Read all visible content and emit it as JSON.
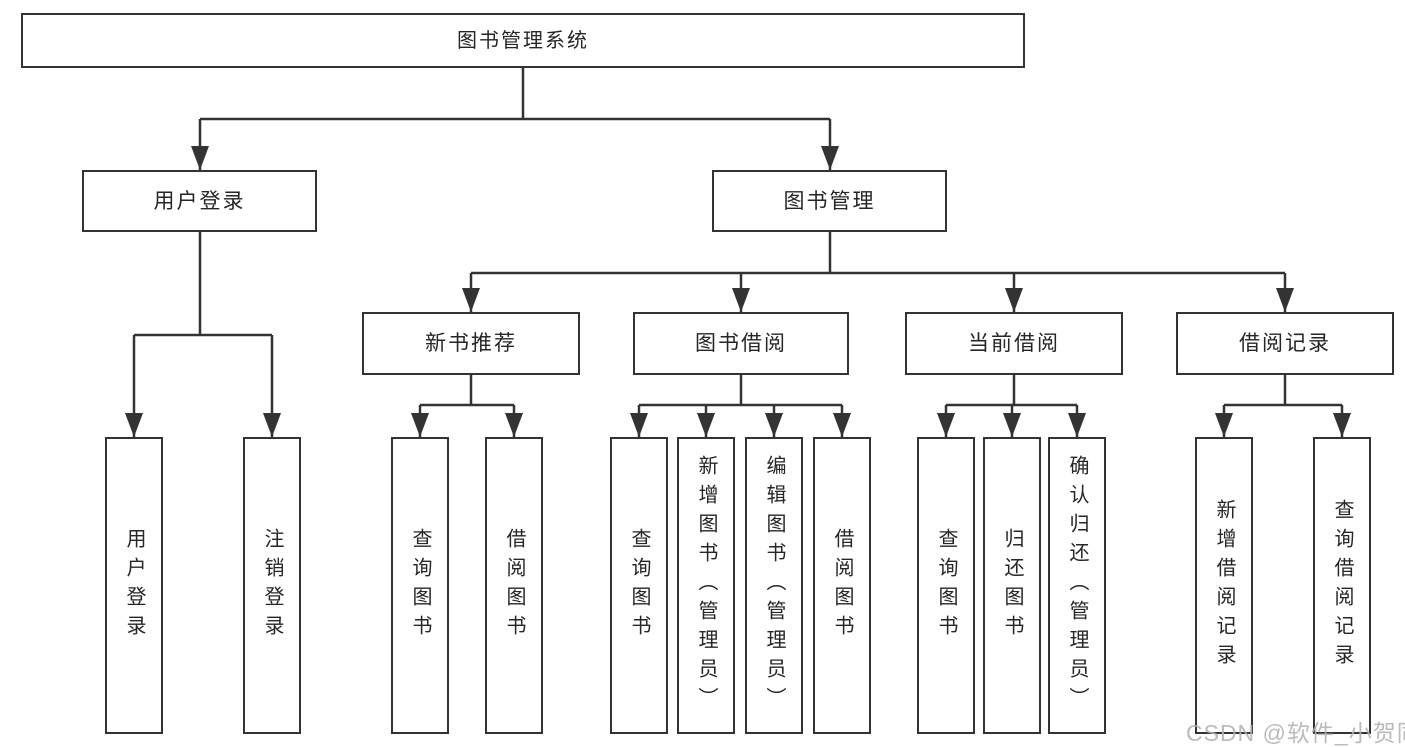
{
  "tree": {
    "label": "图书管理系统",
    "children": [
      {
        "label": "用户登录",
        "children": [
          {
            "label": "用户登录"
          },
          {
            "label": "注销登录"
          }
        ]
      },
      {
        "label": "图书管理",
        "children": [
          {
            "label": "新书推荐",
            "children": [
              {
                "label": "查询图书"
              },
              {
                "label": "借阅图书"
              }
            ]
          },
          {
            "label": "图书借阅",
            "children": [
              {
                "label": "查询图书"
              },
              {
                "label": "新增图书（管理员）"
              },
              {
                "label": "编辑图书（管理员）"
              },
              {
                "label": "借阅图书"
              }
            ]
          },
          {
            "label": "当前借阅",
            "children": [
              {
                "label": "查询图书"
              },
              {
                "label": "归还图书"
              },
              {
                "label": "确认归还（管理员）"
              }
            ]
          },
          {
            "label": "借阅记录",
            "children": [
              {
                "label": "新增借阅记录"
              },
              {
                "label": "查询借阅记录"
              }
            ]
          }
        ]
      }
    ]
  },
  "watermark": "CSDN @软件_小贺同学",
  "colors": {
    "line": "#333333",
    "text": "#262626",
    "background": "#ffffff",
    "watermark": "#b2b2b2"
  }
}
